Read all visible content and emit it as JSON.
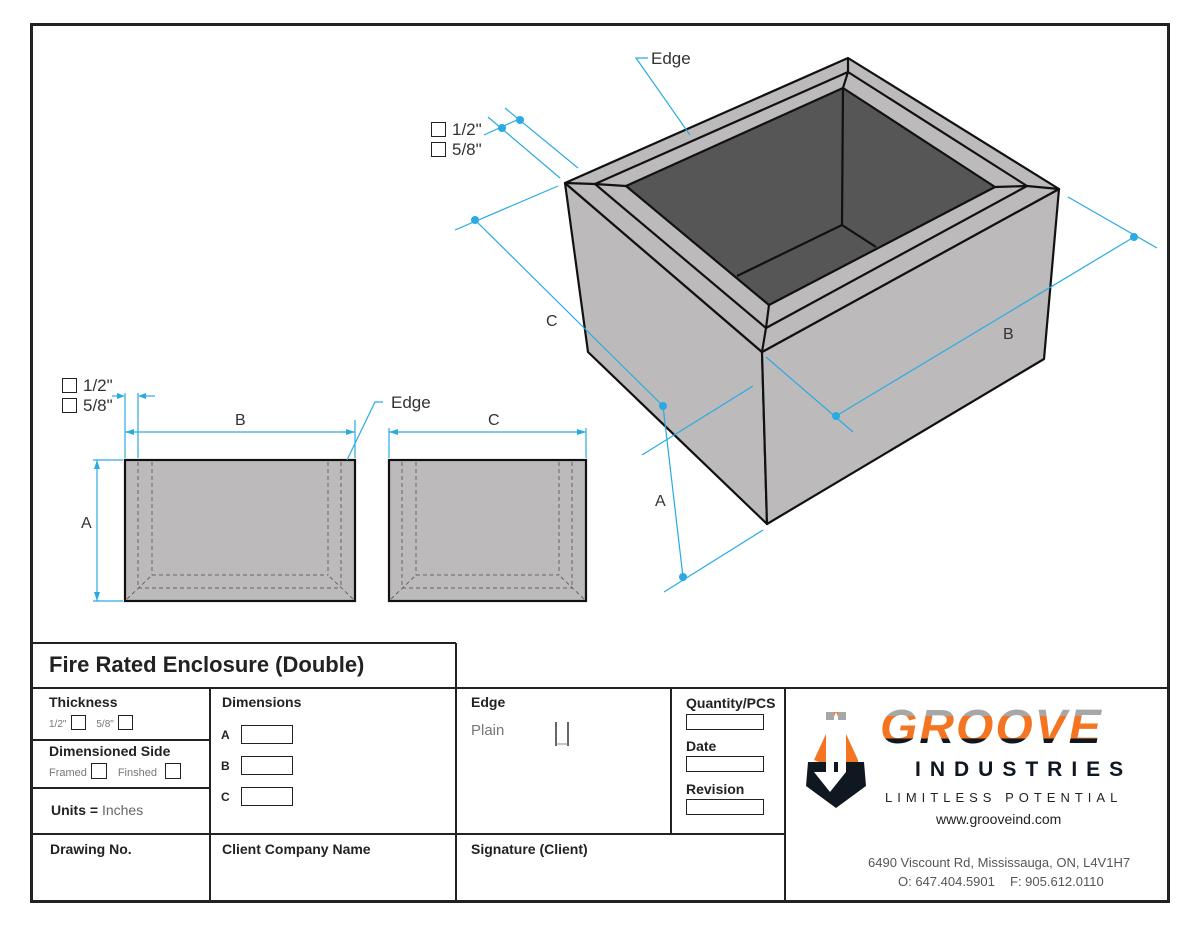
{
  "drawing": {
    "iso_view": {
      "edge_label": "Edge",
      "thickness_options": [
        "1/2\"",
        "5/8\""
      ],
      "dim_labels": {
        "a": "A",
        "b": "B",
        "c": "C"
      }
    },
    "front_view": {
      "thickness_options": [
        "1/2\"",
        "5/8\""
      ],
      "edge_label": "Edge",
      "dim_labels": {
        "a": "A",
        "b": "B"
      }
    },
    "side_view": {
      "dim_labels": {
        "c": "C"
      }
    },
    "colors": {
      "dimension": "#29abe2",
      "panel_fill": "#bcbabb",
      "interior_fill": "#575656",
      "outline": "#111111"
    }
  },
  "title_block": {
    "title": "Fire Rated Enclosure (Double)",
    "thickness": {
      "label": "Thickness",
      "options": [
        "1/2\"",
        "5/8\""
      ]
    },
    "dimensioned_side": {
      "label": "Dimensioned Side",
      "options": [
        "Framed",
        "Finshed"
      ]
    },
    "units": {
      "label": "Units =",
      "value": "Inches"
    },
    "dimensions": {
      "label": "Dimensions",
      "fields": [
        {
          "label": "A",
          "value": ""
        },
        {
          "label": "B",
          "value": ""
        },
        {
          "label": "C",
          "value": ""
        }
      ]
    },
    "edge": {
      "label": "Edge",
      "value": "Plain"
    },
    "quantity": {
      "label": "Quantity/PCS",
      "value": ""
    },
    "date": {
      "label": "Date",
      "value": ""
    },
    "revision": {
      "label": "Revision",
      "value": ""
    },
    "drawing_no": {
      "label": "Drawing No.",
      "value": ""
    },
    "client_company": {
      "label": "Client Company Name",
      "value": ""
    },
    "signature": {
      "label": "Signature (Client)",
      "value": ""
    }
  },
  "company": {
    "name_top": "GROOVE",
    "name_bottom": "INDUSTRIES",
    "tagline": "LIMITLESS POTENTIAL",
    "website": "www.grooveind.com",
    "address": "6490 Viscount Rd, Mississauga, ON, L4V1H7",
    "phone": "O: 647.404.5901",
    "fax": "F: 905.612.0110",
    "colors": {
      "orange": "#f47421",
      "gray": "#a7a7a7",
      "dark": "#0f1720"
    }
  }
}
